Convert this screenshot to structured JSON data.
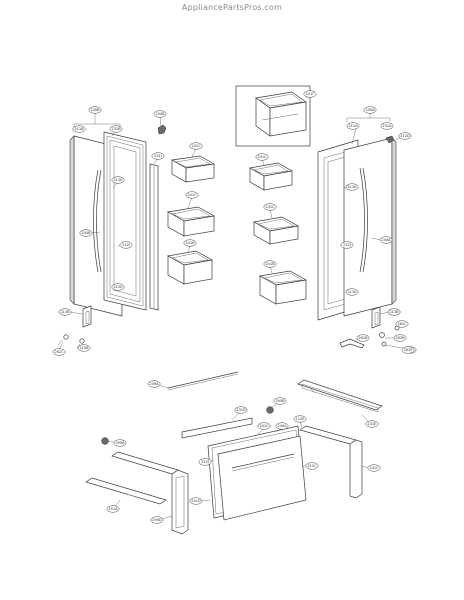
{
  "watermark": "AppliancePartsPros.com",
  "callouts": [
    {
      "name": "callout-230b",
      "label": "230B"
    },
    {
      "name": "callout-211b",
      "label": "211B"
    },
    {
      "name": "callout-231b",
      "label": "231B"
    },
    {
      "name": "callout-104b",
      "label": "104B"
    },
    {
      "name": "callout-212k-left",
      "label": "212K"
    },
    {
      "name": "callout-231j",
      "label": "231J"
    },
    {
      "name": "callout-241c-left-1",
      "label": "241C"
    },
    {
      "name": "callout-241c-left-2",
      "label": "241C"
    },
    {
      "name": "callout-241b-left",
      "label": "241B"
    },
    {
      "name": "callout-244b-left",
      "label": "244B"
    },
    {
      "name": "callout-212j-left",
      "label": "212J"
    },
    {
      "name": "callout-212k-left-2",
      "label": "212K"
    },
    {
      "name": "callout-241f",
      "label": "241F"
    },
    {
      "name": "callout-241c-right-1",
      "label": "241C"
    },
    {
      "name": "callout-241c-right-2",
      "label": "241C"
    },
    {
      "name": "callout-241b-right",
      "label": "241B"
    },
    {
      "name": "callout-230a",
      "label": "230A"
    },
    {
      "name": "callout-211a",
      "label": "211A"
    },
    {
      "name": "callout-231a",
      "label": "231A"
    },
    {
      "name": "callout-212d",
      "label": "212D"
    },
    {
      "name": "callout-212k-right",
      "label": "212K"
    },
    {
      "name": "callout-212j-right",
      "label": "212J"
    },
    {
      "name": "callout-244a",
      "label": "244A"
    },
    {
      "name": "callout-212k-right-2",
      "label": "212K"
    },
    {
      "name": "callout-213b",
      "label": "213B"
    },
    {
      "name": "callout-262c-left",
      "label": "262C"
    },
    {
      "name": "callout-215b",
      "label": "215B"
    },
    {
      "name": "callout-262d",
      "label": "262D"
    },
    {
      "name": "callout-213b-right",
      "label": "213B"
    },
    {
      "name": "callout-262c-right",
      "label": "262C"
    },
    {
      "name": "callout-261b",
      "label": "261B"
    },
    {
      "name": "callout-262b",
      "label": "262B"
    },
    {
      "name": "callout-229a",
      "label": "229A"
    },
    {
      "name": "callout-262f",
      "label": "262F"
    },
    {
      "name": "callout-249a",
      "label": "249A"
    },
    {
      "name": "callout-290b",
      "label": "290B"
    },
    {
      "name": "callout-231d",
      "label": "231D"
    },
    {
      "name": "callout-231e",
      "label": "231E"
    },
    {
      "name": "callout-241c-drawer",
      "label": "241C"
    },
    {
      "name": "callout-240a",
      "label": "240A"
    },
    {
      "name": "callout-290a",
      "label": "290A"
    },
    {
      "name": "callout-212e",
      "label": "212E"
    },
    {
      "name": "callout-212j-drawer",
      "label": "212J"
    },
    {
      "name": "callout-212c",
      "label": "212C"
    },
    {
      "name": "callout-231c",
      "label": "231C"
    },
    {
      "name": "callout-241d",
      "label": "241D"
    },
    {
      "name": "callout-251a",
      "label": "251A"
    },
    {
      "name": "callout-290d",
      "label": "290D"
    }
  ]
}
